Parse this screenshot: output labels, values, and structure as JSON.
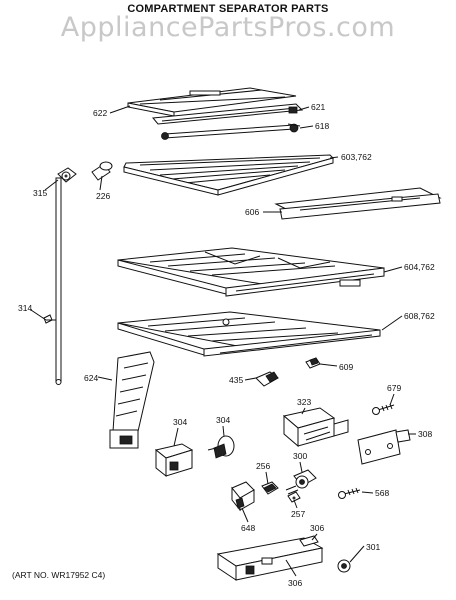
{
  "header": {
    "title": "COMPARTMENT SEPARATOR PARTS",
    "watermark": "AppliancePartsPros.com"
  },
  "footer": {
    "art_no": "(ART NO. WR17952 C4)"
  },
  "part_labels": {
    "p622": "622",
    "p621": "621",
    "p618": "618",
    "p315": "315",
    "p226": "226",
    "p603": "603,762",
    "p606": "606",
    "p604": "604,762",
    "p314": "314",
    "p608": "608,762",
    "p624": "624",
    "p435": "435",
    "p609": "609",
    "p679": "679",
    "p323": "323",
    "p304a": "304",
    "p304b": "304",
    "p308": "308",
    "p256": "256",
    "p300": "300",
    "p568": "568",
    "p648": "648",
    "p257": "257",
    "p306a": "306",
    "p301": "301",
    "p306b": "306"
  }
}
